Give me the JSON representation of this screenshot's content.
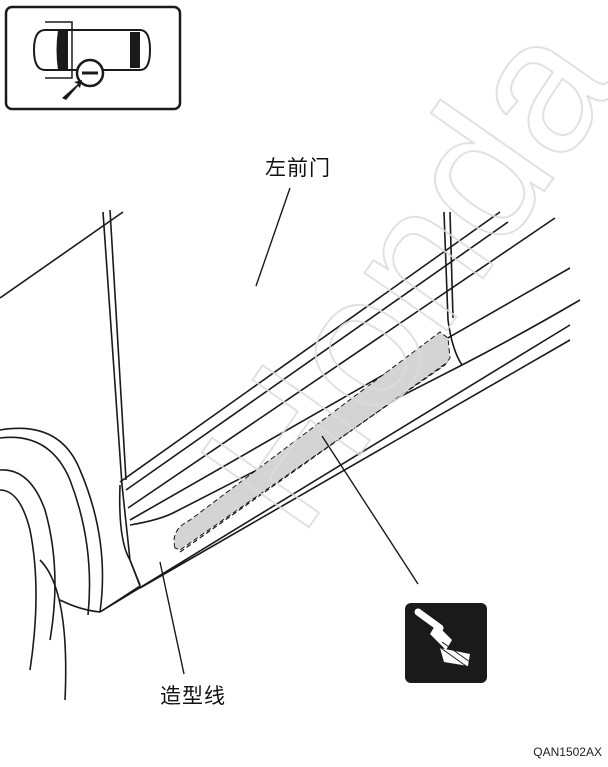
{
  "labels": {
    "front_left_door": "左前门",
    "body_line": "造型线"
  },
  "figure_code": "QAN1502AX",
  "watermark_text": "Honda",
  "icons": {
    "location_icon": "vehicle-top-view-front-left-door-icon",
    "application_icon": "brush-application-icon"
  },
  "colors": {
    "line": "#1a1a1a",
    "shaded_area": "#d4d4d4",
    "icon_bg": "#1a1a1a",
    "watermark": "#e6e6e6"
  }
}
